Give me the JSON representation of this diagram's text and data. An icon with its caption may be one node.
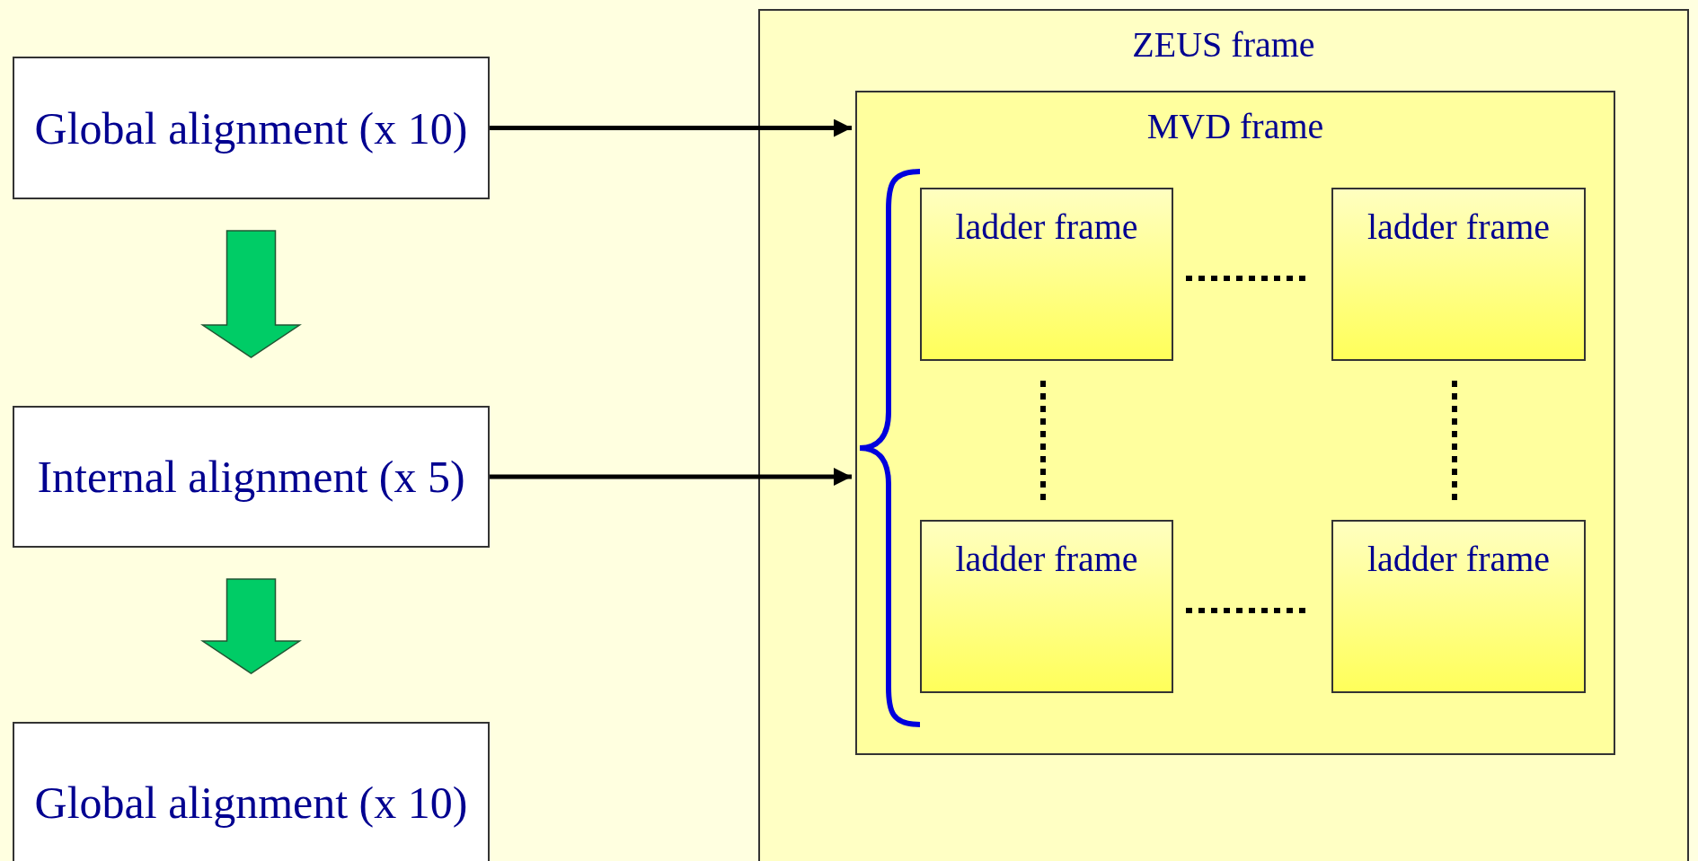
{
  "diagram": {
    "nodes": [
      {
        "text": [
          "Global alignment (x 10)"
        ]
      },
      {
        "text": [
          "Internal alignment (x 5)"
        ]
      },
      {
        "text": [
          "Global alignment (x 10)"
        ]
      },
      {
        "text": [
          "ZEUS frame"
        ]
      },
      {
        "text": [
          "MVD frame"
        ],
        "in": 3
      },
      {
        "text": [],
        "shape": "brace",
        "in": 4
      },
      {
        "text": [
          "ladder frame"
        ],
        "in": 4
      },
      {
        "text": [
          "ladder frame"
        ],
        "in": 4
      },
      {
        "text": [
          "ladder frame"
        ],
        "in": 4
      },
      {
        "text": [
          "ladder frame"
        ],
        "in": 4
      }
    ],
    "edges": [
      {
        "from": 0,
        "to": 1,
        "arrow": "to",
        "style": "thick",
        "color": "#00cc66"
      },
      {
        "from": 1,
        "to": 2,
        "arrow": "to",
        "style": "thick",
        "color": "#00cc66"
      },
      {
        "from": 0,
        "to": 4,
        "arrow": "to"
      },
      {
        "from": 1,
        "to": 5,
        "arrow": "to"
      }
    ]
  }
}
